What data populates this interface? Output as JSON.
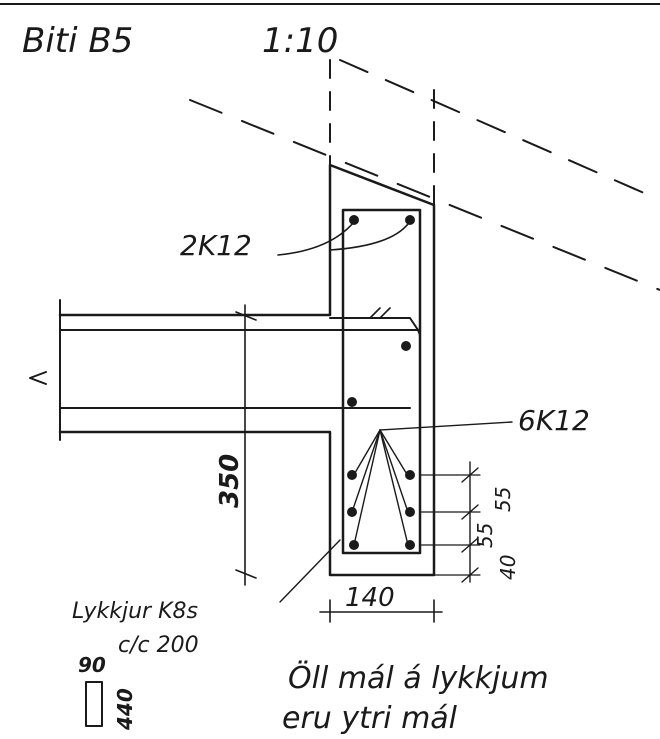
{
  "title": "Biti B5",
  "scale": "1:10",
  "labels": {
    "top_bars": "2K12",
    "side_bars": "6K12",
    "stirrups": "Lykkjur K8s",
    "stirrup_spacing": "c/c 200",
    "height_dim": "350",
    "width_dim": "140",
    "spacing_55a": "55",
    "spacing_55b": "55",
    "spacing_40": "40",
    "stirrup_w": "90",
    "stirrup_h": "440",
    "note_line1": "Öll mál á lykkjum",
    "note_line2": "eru ytri mál"
  }
}
